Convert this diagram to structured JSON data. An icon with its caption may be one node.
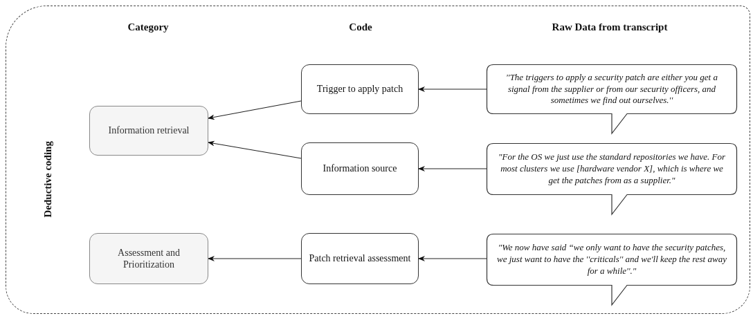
{
  "diagram": {
    "nodes": [
      {
        "text": [
          "Deductive coding"
        ]
      },
      {
        "text": [
          "Information retrieval"
        ],
        "in": 0
      },
      {
        "text": [
          "Assessment and Prioritization"
        ],
        "in": 0
      },
      {
        "text": [
          "Trigger to apply patch"
        ],
        "in": 0
      },
      {
        "text": [
          "Information source"
        ],
        "in": 0
      },
      {
        "text": [
          "Patch retrieval assessment"
        ],
        "in": 0
      },
      {
        "text": [
          "''The triggers to apply a security patch are either you get a signal from the supplier or from our security officers, and sometimes we find out ourselves.''"
        ],
        "in": 0
      },
      {
        "text": [
          "\"For the OS we just use the standard repositories we have. For most clusters we use [hardware vendor X], which is where we get the patches from as a supplier.\""
        ],
        "in": 0
      },
      {
        "text": [
          "\"We now have said “we only want to have the security patches, we just want to have the ''criticals'' and we'll keep the rest away for a while''.\""
        ],
        "in": 0
      }
    ],
    "edges": [
      {
        "from": 6,
        "to": 3,
        "arrow": "to"
      },
      {
        "from": 3,
        "to": 1,
        "arrow": "to"
      },
      {
        "from": 7,
        "to": 4,
        "arrow": "to"
      },
      {
        "from": 4,
        "to": 1,
        "arrow": "to"
      },
      {
        "from": 8,
        "to": 5,
        "arrow": "to"
      },
      {
        "from": 5,
        "to": 2,
        "arrow": "to"
      }
    ],
    "labels": [
      "Category",
      "Code",
      "Raw Data from transcript"
    ]
  }
}
